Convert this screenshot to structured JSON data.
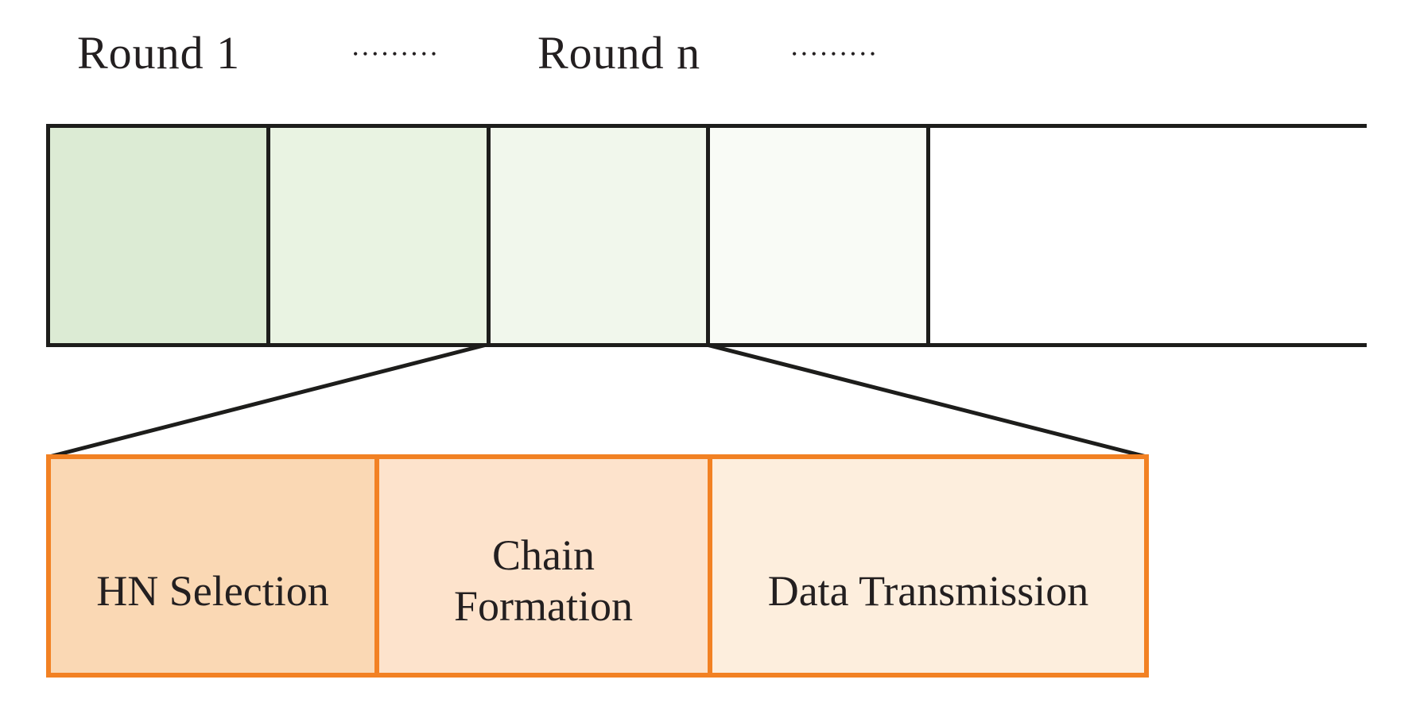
{
  "figure": {
    "background": "#ffffff",
    "text_color": "#231f20"
  },
  "header": {
    "round_1_label": "Round 1",
    "round_n_label": "Round n",
    "dots": "•••••••••"
  },
  "timeline": {
    "border_color": "#1d1d1b",
    "cells": [
      {
        "fill": "#dcebd4"
      },
      {
        "fill": "#e9f3e2"
      },
      {
        "fill": "#f1f7ec"
      },
      {
        "fill": "#f9fbf6"
      },
      {
        "fill": "#ffffff"
      }
    ]
  },
  "detail": {
    "border_color": "#f28123",
    "phases": [
      {
        "label": "HN Selection",
        "fill": "#fad8b4"
      },
      {
        "label": "Chain Formation",
        "fill": "#fde3cc"
      },
      {
        "label": "Data Transmission",
        "fill": "#fdeedd"
      }
    ]
  }
}
